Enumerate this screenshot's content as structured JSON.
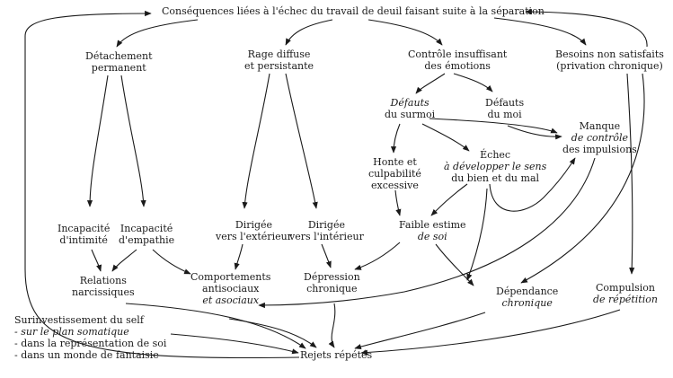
{
  "nodes": {
    "consequences": {
      "lines": [
        "Conséquences liées à l'échec du travail de deuil faisant suite à la séparation"
      ]
    },
    "detachement": {
      "lines": [
        "Détachement",
        "permanent"
      ]
    },
    "rage": {
      "lines": [
        "Rage diffuse",
        "et persistante"
      ]
    },
    "controle": {
      "lines": [
        "Contrôle insuffisant",
        "des émotions"
      ]
    },
    "besoins": {
      "lines": [
        "Besoins non satisfaits",
        "(privation chronique)"
      ]
    },
    "defauts_surmoi": {
      "line1": "Défauts",
      "line2": "du surmoi"
    },
    "defauts_moi": {
      "lines": [
        "Défauts",
        "du moi"
      ]
    },
    "manque": {
      "line1": "Manque",
      "line2": "de contrôle",
      "line3": "des impulsions"
    },
    "honte": {
      "lines": [
        "Honte et",
        "culpabilité",
        "excessive"
      ]
    },
    "echec": {
      "line1": "Échec",
      "line2": "à développer le sens",
      "line3": "du bien et du mal"
    },
    "incap_intimite": {
      "lines": [
        "Incapacité",
        "d'intimité"
      ]
    },
    "incap_empathie": {
      "lines": [
        "Incapacité",
        "d'empathie"
      ]
    },
    "dirigee_ext": {
      "line1": "Dirigée",
      "line2": "vers l'extérieur"
    },
    "dirigee_int": {
      "line1": "Dirigée",
      "line2": "vers l'intérieur"
    },
    "faible": {
      "line1": "Faible estime",
      "line2": "de soi"
    },
    "relations": {
      "lines": [
        "Relations",
        "narcissiques"
      ]
    },
    "comportements": {
      "line1": "Comportements",
      "line2": "antisociaux",
      "line3": "et asociaux"
    },
    "depression": {
      "lines": [
        "Dépression",
        "chronique"
      ]
    },
    "dependance": {
      "line1": "Dépendance",
      "line2": "chronique"
    },
    "compulsion": {
      "line1": "Compulsion",
      "line2": "de répétition"
    },
    "surinvest": {
      "line1": "Surinvestissement du self",
      "line2": "- sur le plan somatique",
      "line3": "- dans la représentation de soi",
      "line4": "- dans un monde de fantaisie"
    },
    "rejets": {
      "lines": [
        "Rejets répétés"
      ]
    }
  }
}
